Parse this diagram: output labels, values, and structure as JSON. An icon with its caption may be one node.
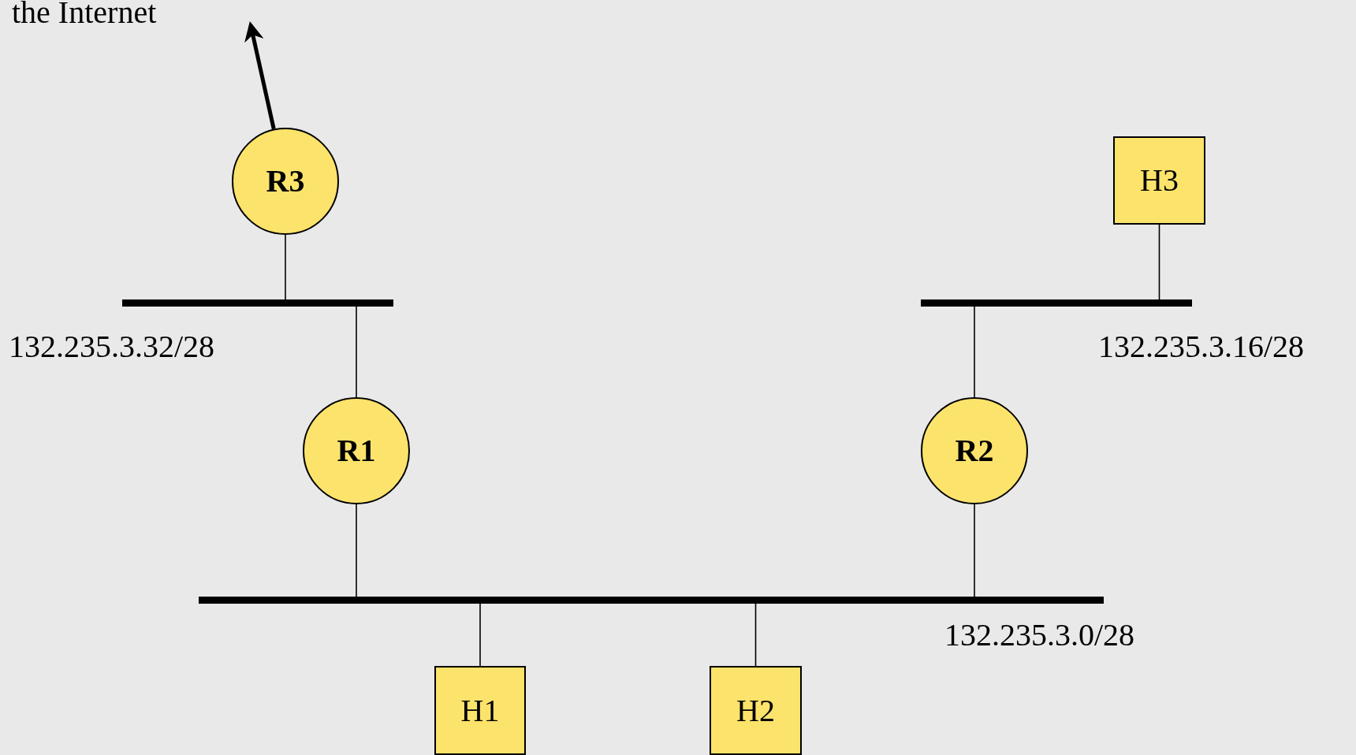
{
  "diagram": {
    "nodes": [
      {
        "text": [
          "the Internet"
        ]
      },
      {
        "text": [
          "R3"
        ]
      },
      {
        "text": [
          "H3"
        ]
      },
      {
        "text": [],
        "shape": "bar",
        "beside": [
          "132.235.3.32/28"
        ]
      },
      {
        "text": [],
        "shape": "bar",
        "beside": [
          "132.235.3.16/28"
        ]
      },
      {
        "text": [
          "R1"
        ]
      },
      {
        "text": [
          "R2"
        ]
      },
      {
        "text": [],
        "shape": "bar",
        "beside": [
          "132.235.3.0/28"
        ]
      },
      {
        "text": [
          "H1"
        ]
      },
      {
        "text": [
          "H2"
        ]
      }
    ],
    "edges": [
      {
        "from": 1,
        "to": 0,
        "arrow": "to",
        "style": "thick"
      },
      {
        "from": 1,
        "to": 3,
        "arrow": "none"
      },
      {
        "from": 3,
        "to": 5,
        "arrow": "none"
      },
      {
        "from": 5,
        "to": 7,
        "arrow": "none"
      },
      {
        "from": 7,
        "to": 8,
        "arrow": "none"
      },
      {
        "from": 7,
        "to": 9,
        "arrow": "none"
      },
      {
        "from": 6,
        "to": 7,
        "arrow": "none"
      },
      {
        "from": 4,
        "to": 6,
        "arrow": "none"
      },
      {
        "from": 2,
        "to": 4,
        "arrow": "none"
      }
    ]
  }
}
